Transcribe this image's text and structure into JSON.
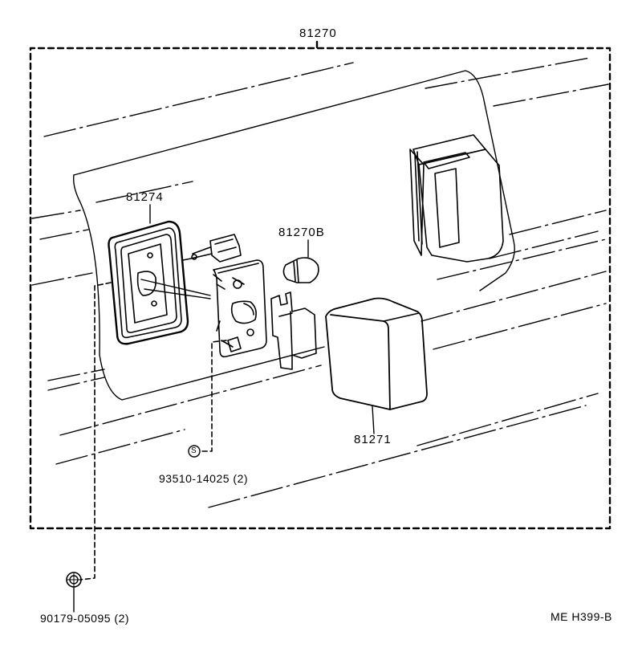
{
  "labels": {
    "assembly": "81270",
    "lens_gasket": "81274",
    "bulb": "81270B",
    "cover": "81271",
    "screw": "93510-14025 (2)",
    "nut": "90179-05095 (2)",
    "reference": "ME  H399-B",
    "screw_symbol": "S"
  }
}
